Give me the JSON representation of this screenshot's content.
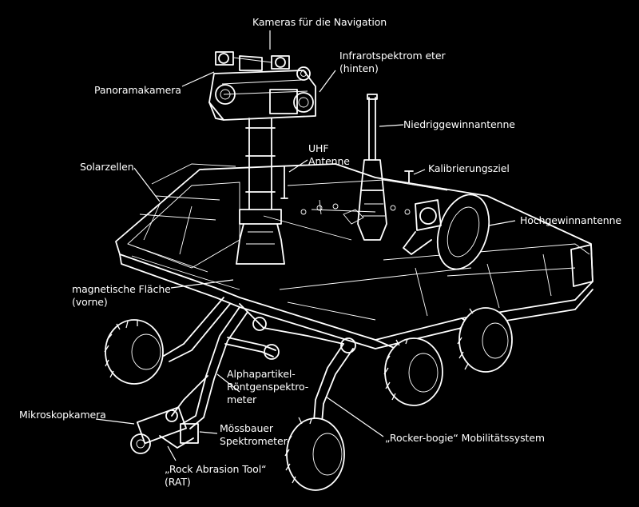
{
  "labels": {
    "cameras_navigation": "Kameras für die Navigation",
    "infrared_spectrometer": "Infrarotspektrom eter\n(hinten)",
    "panorama_camera": "Panoramakamera",
    "low_gain_antenna": "Niedriggewinnantenne",
    "uhf_antenna": "UHF\nAntenne",
    "solar_cells": "Solarzellen",
    "calibration_target": "Kalibrierungsziel",
    "high_gain_antenna": "Hochgewinnantenne",
    "magnetic_surface": "magnetische Fläche\n(vorne)",
    "alpha_xray_spectrometer": "Alphapartikel-\nRöntgenspektro-\nmeter",
    "microscope_camera": "Mikroskopkamera",
    "moessbauer_spectrometer": "Mössbauer\nSpektrometer",
    "rocker_bogie": "„Rocker-bogie“ Mobilitätssystem",
    "rock_abrasion_tool": "„Rock Abrasion Tool“\n(RAT)"
  },
  "colors": {
    "background": "#000000",
    "line": "#ffffff"
  }
}
